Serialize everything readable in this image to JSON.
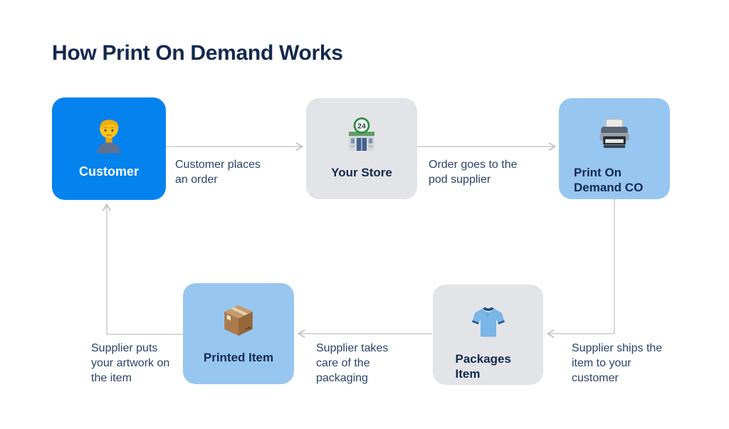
{
  "title": "How Print On Demand Works",
  "colors": {
    "background": "#ffffff",
    "title_text": "#14294e",
    "node_label_text": "#14294e",
    "edge_label_text": "#2c4368",
    "primary_blue": "#0482ee",
    "light_blue": "#97c6f0",
    "gray_box": "#e3e4e8",
    "arrow_gray": "#bfc2c7",
    "white_text": "#ffffff"
  },
  "diagram": {
    "nodes": [
      {
        "id": "customer",
        "label": "Customer",
        "icon": "man-emoji",
        "style": "primary-blue"
      },
      {
        "id": "your-store",
        "label": "Your Store",
        "icon": "convenience-store-emoji",
        "style": "gray"
      },
      {
        "id": "print-on-demand-co",
        "label": "Print On Demand CO",
        "icon": "printer-emoji",
        "style": "light-blue"
      },
      {
        "id": "printed-item",
        "label": "Printed Item",
        "icon": "package-emoji",
        "style": "light-blue"
      },
      {
        "id": "packages-item",
        "label": "Packages Item",
        "icon": "t-shirt-emoji",
        "style": "gray"
      }
    ],
    "edges": [
      {
        "from": "customer",
        "to": "your-store",
        "label": "Customer places an order"
      },
      {
        "from": "your-store",
        "to": "print-on-demand-co",
        "label": "Order goes to the pod supplier"
      },
      {
        "from": "print-on-demand-co",
        "to": "packages-item",
        "label": "Supplier ships the item to your customer"
      },
      {
        "from": "packages-item",
        "to": "printed-item",
        "label": "Supplier takes care of the packaging"
      },
      {
        "from": "printed-item",
        "to": "customer",
        "label": "Supplier puts your artwork on the item"
      }
    ]
  }
}
